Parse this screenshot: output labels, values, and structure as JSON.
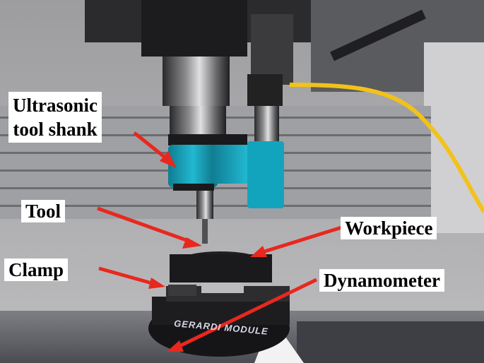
{
  "labels": {
    "ultrasonic_line1": "Ultrasonic",
    "ultrasonic_line2": "tool shank",
    "tool": "Tool",
    "workpiece": "Workpiece",
    "clamp": "Clamp",
    "dynamometer": "Dynamometer"
  },
  "brand_text": "GERARDI MODULE",
  "colors": {
    "arrow": "#e8281e",
    "holder": "#1aa9c2",
    "cable": "#f2c21a",
    "machine_grey": "#9a9a9c",
    "label_bg": "#ffffff"
  }
}
